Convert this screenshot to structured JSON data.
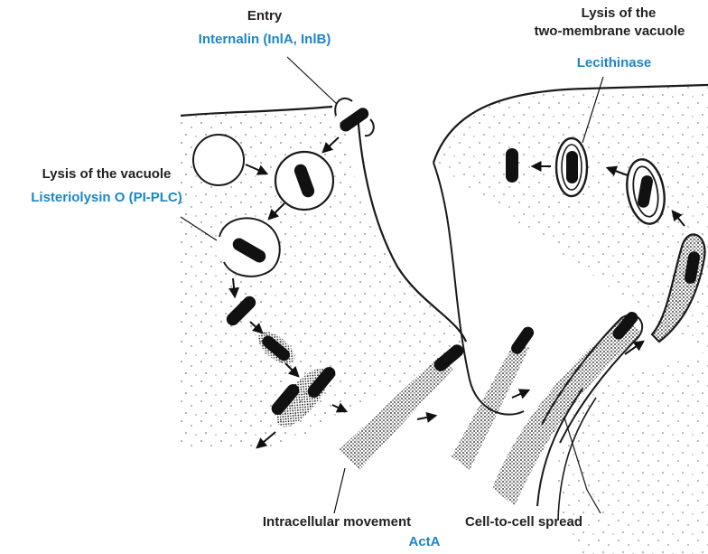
{
  "labels": {
    "entry": {
      "title": "Entry",
      "protein": "Internalin (InlA, InlB)"
    },
    "vacuole_lysis": {
      "title": "Lysis of the vacuole",
      "protein": "Listeriolysin O (PI-PLC)"
    },
    "two_membrane_lysis": {
      "title_line1": "Lysis of the",
      "title_line2": "two-membrane vacuole",
      "protein": "Lecithinase"
    },
    "intracellular_movement": {
      "title": "Intracellular movement"
    },
    "cell_to_cell_spread": {
      "title": "Cell-to-cell spread"
    },
    "actin_protein": {
      "protein": "ActA"
    }
  },
  "colors": {
    "title_text": "#231f20",
    "protein_text": "#1b87c6",
    "bacterium": "#1a1a1a",
    "membrane": "#1a1a1a"
  }
}
